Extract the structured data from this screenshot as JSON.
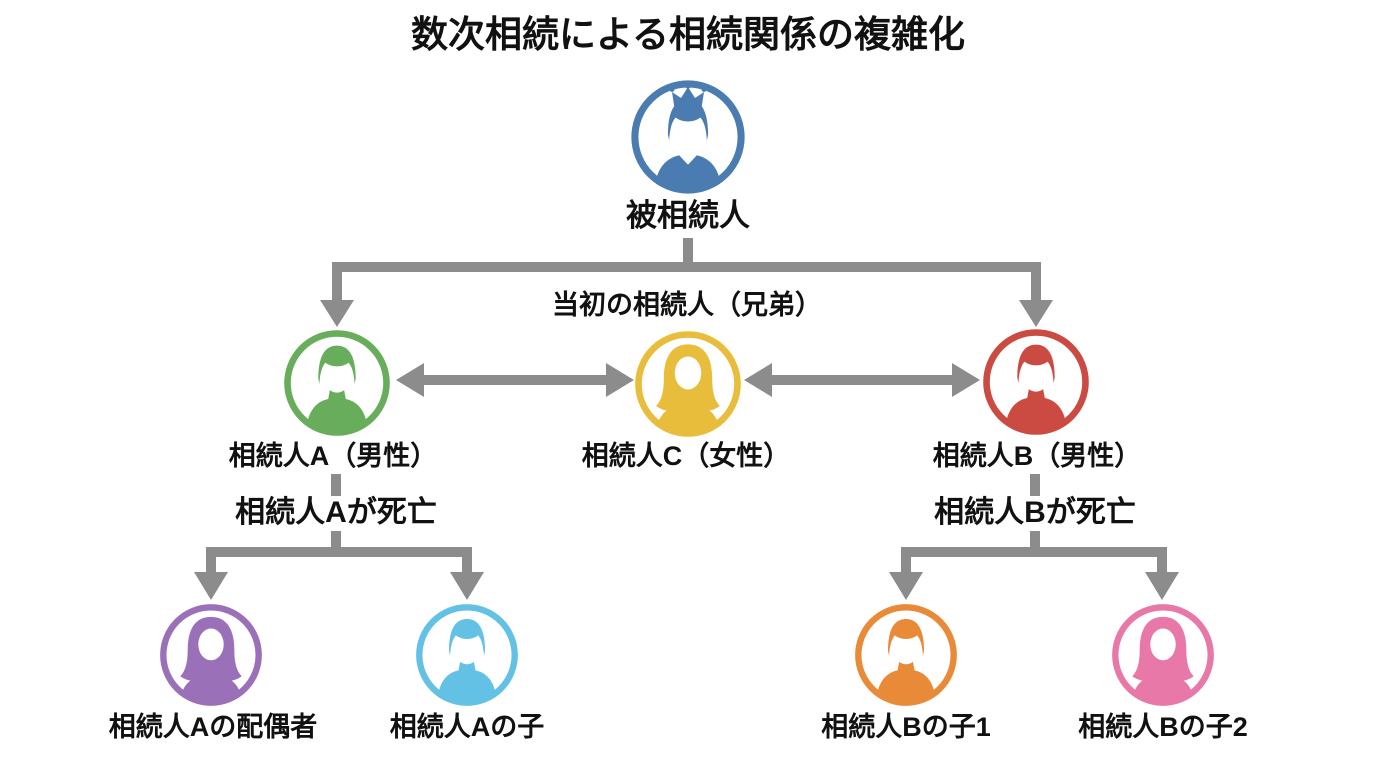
{
  "title": "数次相続による相続関係の複雑化",
  "colors": {
    "connector": "#8c8c8c",
    "text": "#111111",
    "background": "#ffffff"
  },
  "annotations": {
    "initial_heirs": "当初の相続人（兄弟）",
    "heir_a_died": "相続人Aが死亡",
    "heir_b_died": "相続人Bが死亡"
  },
  "nodes": {
    "decedent": {
      "label": "被相続人",
      "color": "#4a7cb1",
      "icon": "male-person-suit-icon",
      "badge": "crown-icon"
    },
    "heir_a": {
      "label": "相続人A（男性）",
      "color": "#68ad5c",
      "icon": "male-person-icon"
    },
    "heir_c": {
      "label": "相続人C（女性）",
      "color": "#e9bd3c",
      "icon": "female-person-icon"
    },
    "heir_b": {
      "label": "相続人B（男性）",
      "color": "#cb4a42",
      "icon": "male-person-icon"
    },
    "spouse_a": {
      "label": "相続人Aの配偶者",
      "color": "#9a70b9",
      "icon": "female-person-icon"
    },
    "child_a": {
      "label": "相続人Aの子",
      "color": "#63c1e6",
      "icon": "male-person-icon"
    },
    "child_b1": {
      "label": "相続人Bの子1",
      "color": "#e98a38",
      "icon": "male-person-icon"
    },
    "child_b2": {
      "label": "相続人Bの子2",
      "color": "#e878a7",
      "icon": "female-person-icon"
    }
  }
}
